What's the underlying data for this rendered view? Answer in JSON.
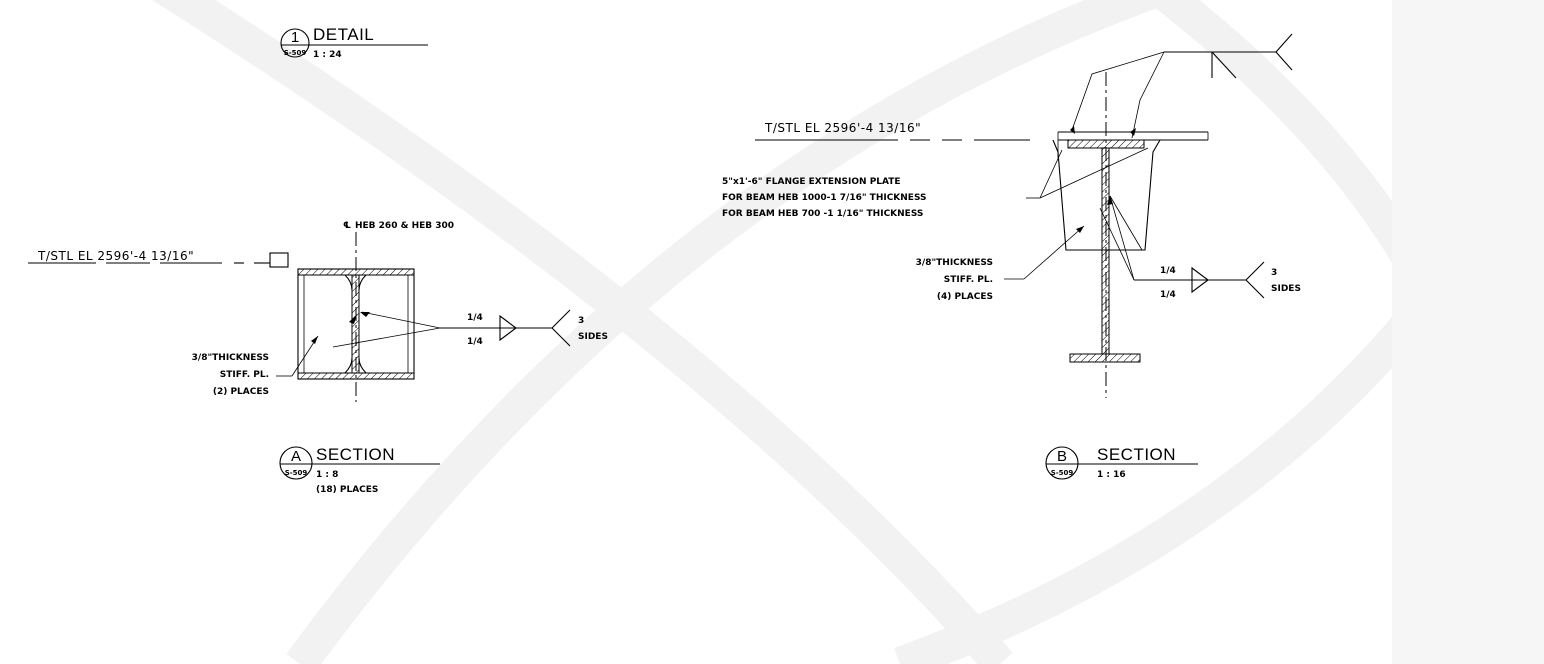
{
  "detail_1": {
    "number": "1",
    "sheet": "S-509",
    "title": "DETAIL",
    "scale": "1 : 24"
  },
  "section_a": {
    "letter": "A",
    "sheet": "S-509",
    "title": "SECTION",
    "scale": "1 : 8",
    "places": "(18) PLACES",
    "elevation": "T/STL EL 2596'-4 13/16\"",
    "beam_label": "HEB 260 & HEB 300",
    "centerline_symbol": "℄",
    "stiffener_line1": "3/8\"THICKNESS",
    "stiffener_line2": "STIFF. PL.",
    "stiffener_line3": "(2) PLACES",
    "weld_top": "1/4",
    "weld_bottom": "1/4",
    "weld_tail_line1": "3",
    "weld_tail_line2": "SIDES"
  },
  "section_b": {
    "letter": "B",
    "sheet": "S-509",
    "title": "SECTION",
    "scale": "1 : 16",
    "elevation": "T/STL EL 2596'-4 13/16\"",
    "plate_line1": "5\"x1'-6\" FLANGE EXTENSION PLATE",
    "plate_line2": "FOR BEAM HEB 1000-1 7/16\" THICKNESS",
    "plate_line3": "FOR BEAM HEB 700 -1 1/16\" THICKNESS",
    "stiffener_line1": "3/8\"THICKNESS",
    "stiffener_line2": "STIFF. PL.",
    "stiffener_line3": "(4) PLACES",
    "weld_top": "1/4",
    "weld_bottom": "1/4",
    "weld_tail_line1": "3",
    "weld_tail_line2": "SIDES"
  }
}
